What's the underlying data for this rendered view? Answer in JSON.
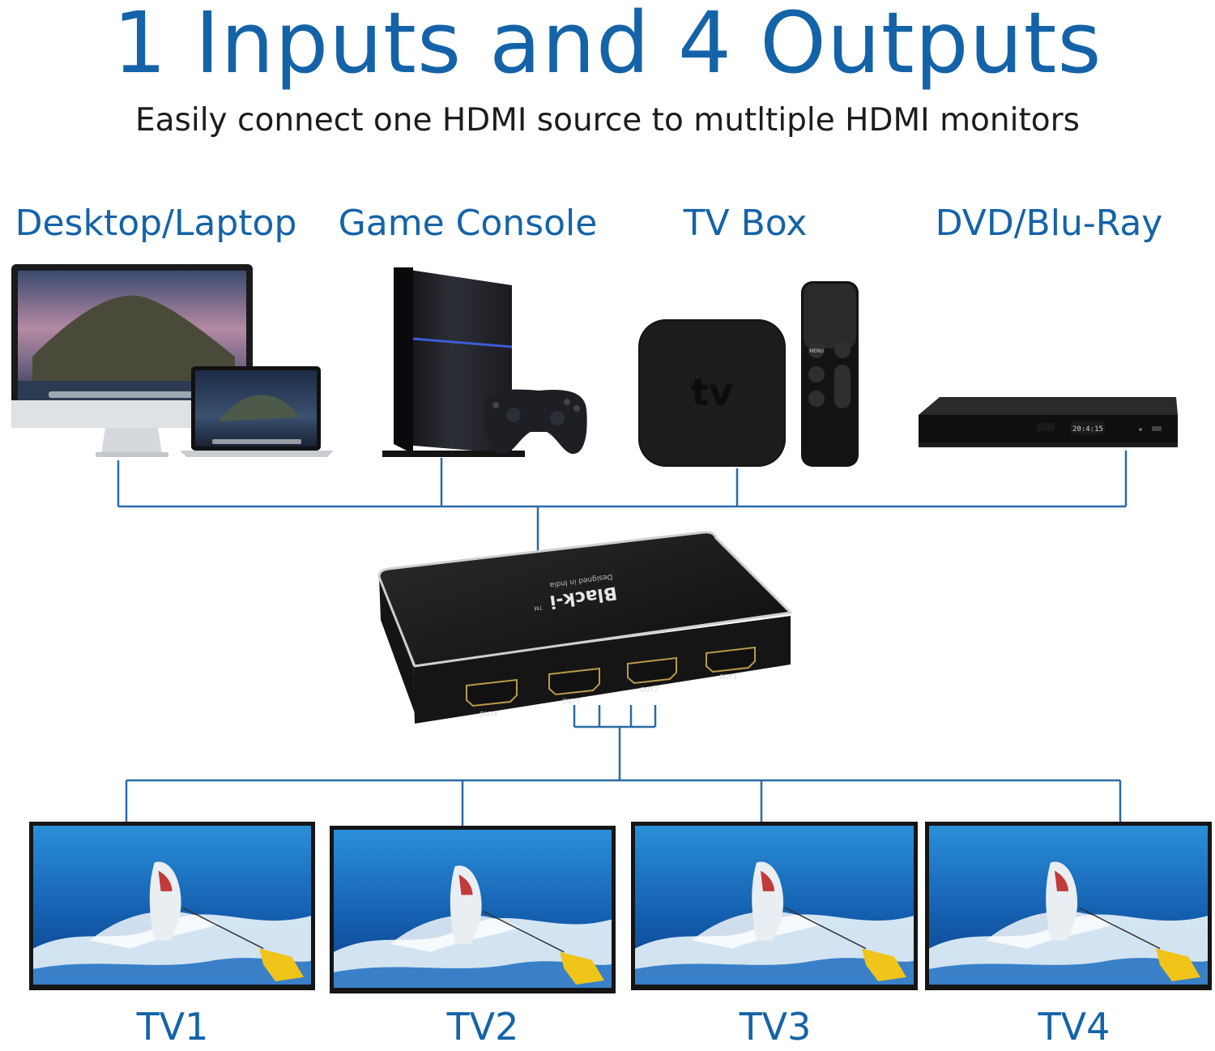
{
  "title": "1 Inputs and 4 Outputs",
  "subtitle": "Easily connect one HDMI source to mutltiple HDMI monitors",
  "sources": [
    {
      "label": "Desktop/Laptop",
      "icon": "desktop-laptop-icon"
    },
    {
      "label": "Game Console",
      "icon": "game-console-icon"
    },
    {
      "label": "TV Box",
      "icon": "tv-box-icon"
    },
    {
      "label": "DVD/Blu-Ray",
      "icon": "blu-ray-player-icon"
    }
  ],
  "tv_box_text": "tv",
  "remote_menu": "MENU",
  "splitter": {
    "brand": "Black-i",
    "brand_tm": "TM",
    "tagline": "Designed in India",
    "ports": [
      "OUT4",
      "OUT3",
      "OUT2",
      "OUT1"
    ]
  },
  "bluray_display": "20:4:15",
  "outputs": [
    "TV1",
    "TV2",
    "TV3",
    "TV4"
  ],
  "colors": {
    "accent": "#1463a8",
    "line": "#2a6aa6",
    "device": "#1a1a1a"
  }
}
